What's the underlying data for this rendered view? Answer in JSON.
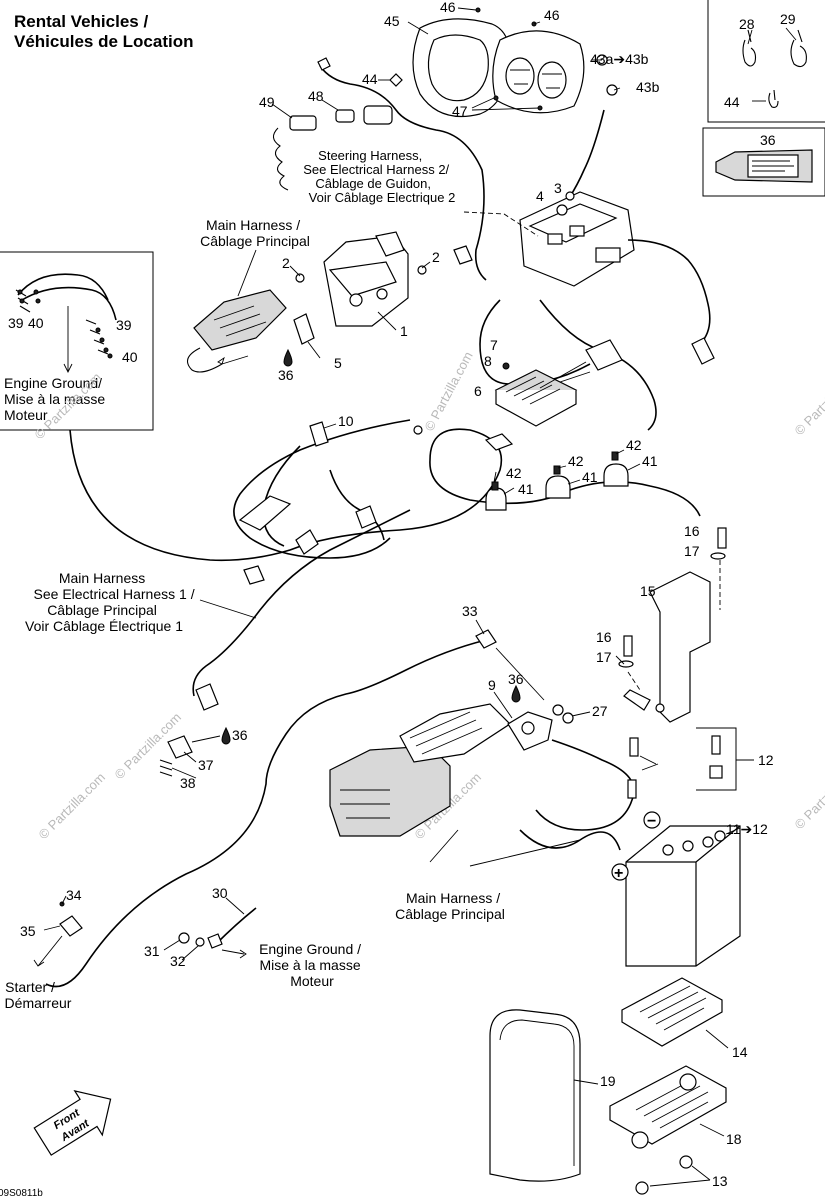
{
  "title": {
    "line1": "Rental Vehicles /",
    "line2": "Véhicules de Location"
  },
  "callouts": {
    "n45": "45",
    "n46a": "46",
    "n46b": "46",
    "n43a": "43a➔43b",
    "n43b": "43b",
    "n44a": "44",
    "n49": "49",
    "n48": "48",
    "n47": "47",
    "n28": "28",
    "n29": "29",
    "n44b": "44",
    "n36a": "36",
    "n3": "3",
    "n4": "4",
    "n2a": "2",
    "n2b": "2",
    "n1": "1",
    "n5": "5",
    "n36b": "36",
    "n7": "7",
    "n8": "8",
    "n6": "6",
    "n39a": "39",
    "n40a": "40",
    "n39b": "39",
    "n40b": "40",
    "n10": "10",
    "n42a": "42",
    "n41a": "41",
    "n42b": "42",
    "n41b": "41",
    "n42c": "42",
    "n41c": "41",
    "n16a": "16",
    "n17a": "17",
    "n15": "15",
    "n16b": "16",
    "n17b": "17",
    "n33": "33",
    "n9": "9",
    "n36c": "36",
    "n27": "27",
    "n36d": "36",
    "n37": "37",
    "n38": "38",
    "n12": "12",
    "n11": "11➔12",
    "n34": "34",
    "n35": "35",
    "n30": "30",
    "n31": "31",
    "n32": "32",
    "n14": "14",
    "n19": "19",
    "n18": "18",
    "n13": "13"
  },
  "captions": {
    "steering": [
      "Steering Harness,",
      "See Electrical Harness 2/",
      "Câblage de Guidon,",
      "Voir Câblage Electrique 2"
    ],
    "main_top": [
      "Main Harness /",
      "Câblage Principal"
    ],
    "engine_ground_top": [
      "Engine Ground/",
      "Mise à la masse",
      "Moteur"
    ],
    "main_see": [
      "Main Harness",
      "See Electrical Harness 1 /",
      "Câblage Principal",
      "Voir Câblage Électrique 1"
    ],
    "main_bottom": [
      "Main Harness /",
      "Câblage Principal"
    ],
    "engine_ground_bottom": [
      "Engine Ground /",
      "Mise à la masse",
      "Moteur"
    ],
    "starter": [
      "Starter /",
      "Démarreur"
    ],
    "front": [
      "Front",
      "Avant"
    ]
  },
  "battery_signs": {
    "plus": "+",
    "minus": "−"
  },
  "watermark": "© Partzilla.com",
  "footer_code": "09S0811b"
}
